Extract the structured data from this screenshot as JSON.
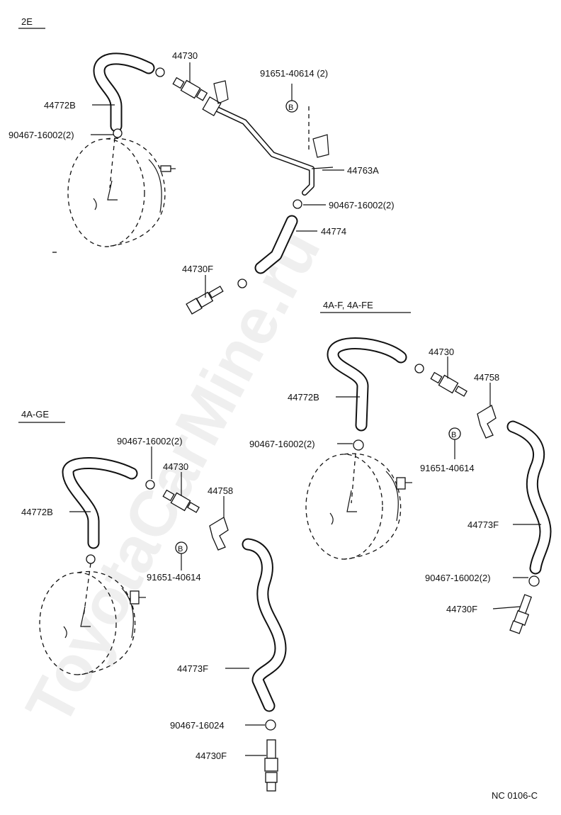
{
  "watermark": "ToyotaCarMine.ru",
  "sections": {
    "s2e": "2E",
    "s4age": "4A-GE",
    "s4af": "4A-F, 4A-FE"
  },
  "labels": {
    "a_44730": "44730",
    "a_91651": "91651-40614 (2)",
    "a_44772b": "44772B",
    "a_90467": "90467-16002(2)",
    "a_44763a": "44763A",
    "a_90467b": "90467-16002(2)",
    "a_44774": "44774",
    "a_44730f": "44730F",
    "b_90467": "90467-16002(2)",
    "b_44730": "44730",
    "b_44772b": "44772B",
    "b_44758": "44758",
    "b_91651": "91651-40614",
    "b_44773f": "44773F",
    "b_90467_16024": "90467-16024",
    "b_44730f": "44730F",
    "c_44730": "44730",
    "c_44758": "44758",
    "c_44772b": "44772B",
    "c_90467": "90467-16002(2)",
    "c_91651": "91651-40614",
    "c_44773f": "44773F",
    "c_90467b": "90467-16002(2)",
    "c_44730f": "44730F"
  },
  "bolt_mark": "B",
  "code": "NC 0106-C"
}
